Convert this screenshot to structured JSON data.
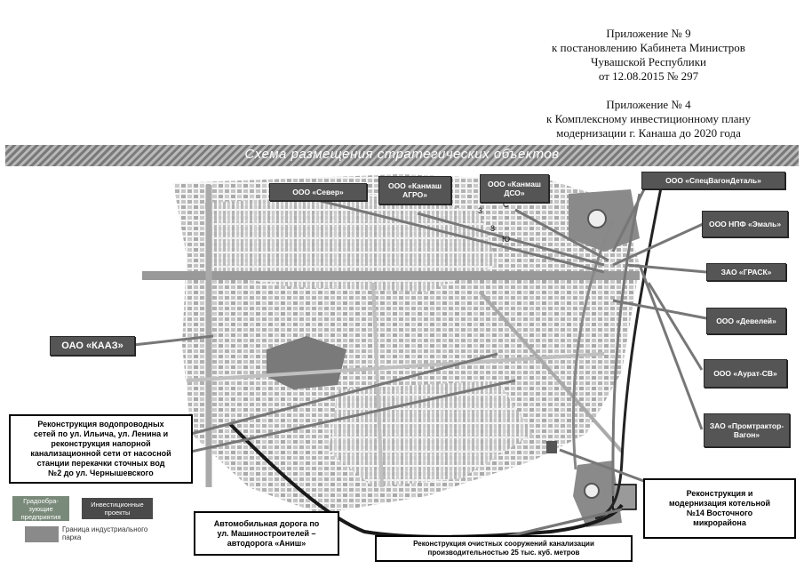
{
  "header": {
    "app9": [
      "Приложение № 9",
      "к постановлению Кабинета Министров",
      "Чувашской Республики",
      "от 12.08.2015   № 297"
    ],
    "app4": [
      "Приложение № 4",
      "к Комплексному инвестиционному плану",
      "модернизации г. Канаша до 2020 года"
    ]
  },
  "banner_title": "Схема размещения стратегических объектов",
  "companies": {
    "sever": "ООО «Север»",
    "kanmash_agro": "ООО «Канмаш АГРО»",
    "kanmash_dso": "ООО «Канмаш ДСО»",
    "specvagon": "ООО «СпецВагонДеталь»",
    "npf_emal": "ООО НПФ «Эмаль»",
    "grask": "ЗАО «ГРАСК»",
    "develey": "ООО «Девелей»",
    "avrora": "ООО «Аурат-СВ»",
    "promtraktor": "ЗАО «Промтрактор-Вагон»",
    "kaaz": "ОАО «КААЗ»"
  },
  "projects": {
    "water": "Реконструкция водопроводных\nсетей по ул. Ильича, ул. Ленина и\nреконструкция напорной\nканализационной сети от насосной\nстанции перекачки сточных вод\n№2 до ул. Чернышевского",
    "boiler": "Реконструкция и\nмодернизация котельной\n№14 Восточного\nмикрорайона",
    "road": "Автомобильная дорога по\nул. Машиностроителей –\nавтодорога «Аниш»",
    "sewage": "Реконструкция очистных сооружений канализации\nпроизводительностью 25 тыс. куб. метров"
  },
  "legend": {
    "item1": "Градообра-\nзующие\nпредприятия",
    "item2": "Инвестиционные\nпроекты",
    "item3": "Граница индустриального\nпарка"
  },
  "map_labels": [
    "3",
    "С",
    "Ю",
    "8"
  ],
  "colors": {
    "tag": "#555555",
    "legend1": "#7a8a7a",
    "legend2": "#4a4a4a",
    "legend3": "#8a8a8a"
  }
}
